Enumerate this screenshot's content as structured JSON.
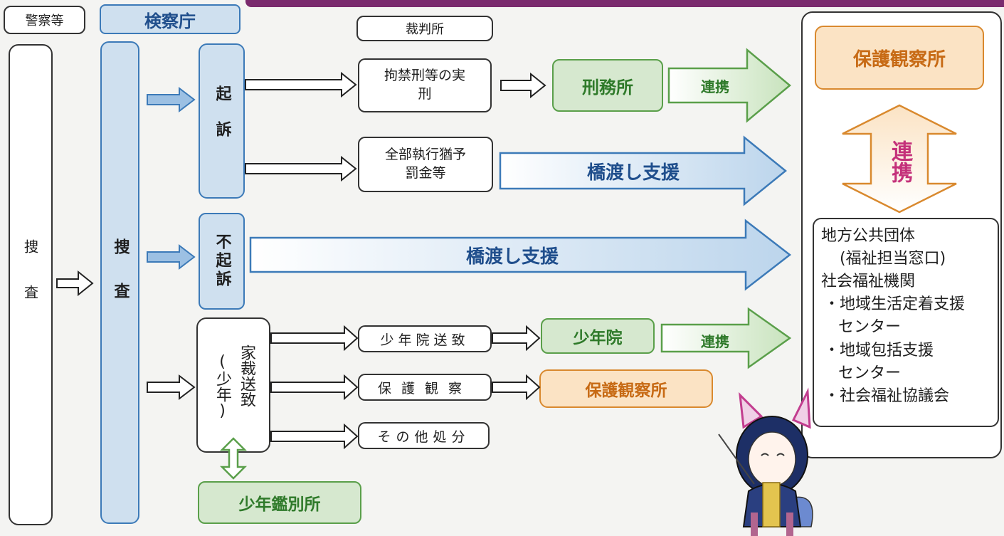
{
  "header": {
    "police_label": "警察等",
    "prosecutors_label": "検察庁",
    "court_label": "裁判所"
  },
  "left_column": {
    "police_investigation": "捜査",
    "prosecution_investigation": "捜査"
  },
  "dispositions": {
    "indictment": "起訴",
    "non_indictment": "不起訴",
    "family_court_referral": "家裁送致",
    "family_court_referral_note": "(少年)"
  },
  "outcomes": {
    "imprisonment": "拘禁刑等の実刑",
    "suspended_fine": "全部執行猶予罰金等",
    "juvenile_training_school_referral": "少年院送致",
    "probation": "保護観察",
    "other_disposition": "その他処分"
  },
  "institutions": {
    "prison": "刑務所",
    "juvenile_training_school": "少年院",
    "probation_office_lower": "保護観察所",
    "juvenile_classification_home": "少年鑑別所",
    "probation_office_top": "保護観察所"
  },
  "arrows": {
    "cooperation_prison": "連携",
    "cooperation_juvenile": "連携",
    "bridging_support_1": "橋渡し支援",
    "bridging_support_2": "橋渡し支援",
    "mutual_cooperation": "連携"
  },
  "right_panel": {
    "items": [
      "地方公共団体",
      "(福祉担当窓口)",
      "社会福祉機関",
      "・地域生活定着支援",
      "センター",
      "・地域包括支援",
      "センター",
      "・社会福祉協議会"
    ]
  },
  "colors": {
    "blue_border": "#3c7ab8",
    "blue_fill": "#cfe0ef",
    "green_border": "#5a9f4a",
    "green_fill": "#d6e8cf",
    "orange_border": "#d9892e",
    "orange_fill": "#fbe3c4",
    "top_bar": "#7a2a6e"
  },
  "mascot": "cat-mascot-illustration"
}
